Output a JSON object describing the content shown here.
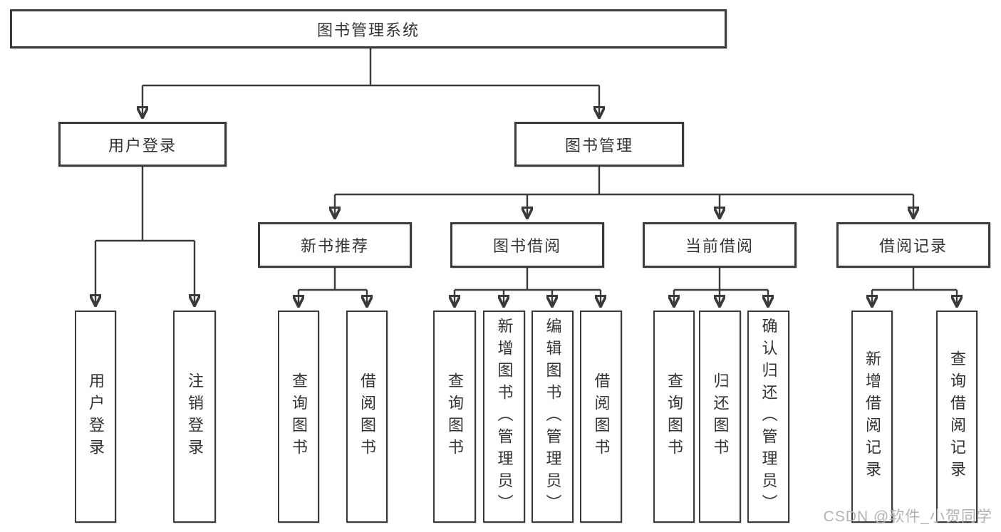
{
  "diagram": {
    "root": "图书管理系统",
    "user_login": {
      "label": "用户登录",
      "children": [
        "用户登录",
        "注销登录"
      ]
    },
    "book_management": {
      "label": "图书管理",
      "sections": [
        {
          "label": "新书推荐",
          "children": [
            "查询图书",
            "借阅图书"
          ]
        },
        {
          "label": "图书借阅",
          "children": [
            "查询图书",
            "新增图书（管理员）",
            "编辑图书（管理员）",
            "借阅图书"
          ]
        },
        {
          "label": "当前借阅",
          "children": [
            "查询图书",
            "归还图书",
            "确认归还（管理员）"
          ]
        },
        {
          "label": "借阅记录",
          "children": [
            "新增借阅记录",
            "查询借阅记录"
          ]
        }
      ]
    }
  },
  "watermark": {
    "text": "CSDN @软件_小贺同学"
  },
  "colors": {
    "line": "#3a3a3a",
    "box_border": "#3b3b3b",
    "text": "#333333",
    "background": "#ffffff",
    "watermark": "#b3b3b3"
  }
}
